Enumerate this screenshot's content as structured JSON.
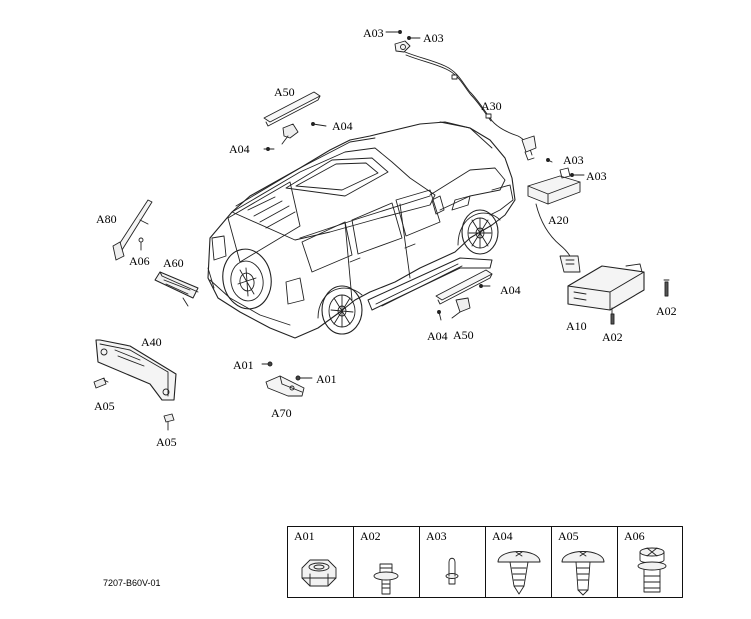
{
  "labels": {
    "a03_top_left": "A03",
    "a03_top_right": "A03",
    "a50_top": "A50",
    "a04_top_right": "A04",
    "a04_top_left": "A04",
    "a30": "A30",
    "a03_mid_1": "A03",
    "a03_mid_2": "A03",
    "a20": "A20",
    "a80": "A80",
    "a06": "A06",
    "a60": "A60",
    "a04_low": "A04",
    "a04_bottom": "A04",
    "a50_bottom": "A50",
    "a02_right": "A02",
    "a10": "A10",
    "a02_low": "A02",
    "a40": "A40",
    "a05_left": "A05",
    "a05_bottom": "A05",
    "a01_left": "A01",
    "a01_right": "A01",
    "a70": "A70"
  },
  "drawing_code": "7207-B60V-01",
  "fastener_table": [
    "A01",
    "A02",
    "A03",
    "A04",
    "A05",
    "A06"
  ]
}
